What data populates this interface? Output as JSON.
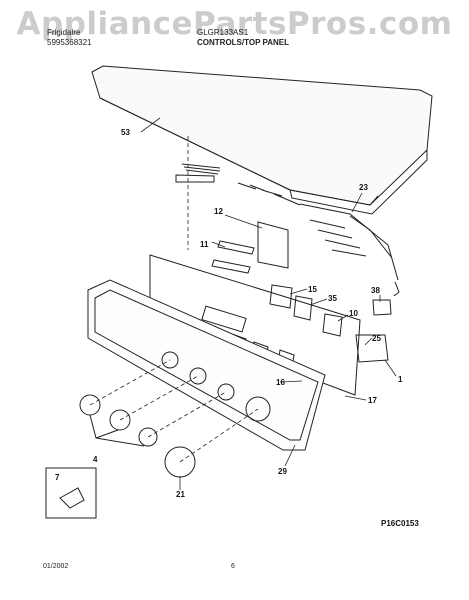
{
  "header": {
    "brand": "Frigidaire",
    "model": "GLGR133AS1",
    "code": "5995368321",
    "section_title": "CONTROLS/TOP PANEL"
  },
  "watermark": "AppliancePartsPros.com",
  "callouts": {
    "top_panel": "53",
    "wire_harness": "23",
    "bracket": "12",
    "clips": "11",
    "switch_15": "15",
    "knob_38": "38",
    "switch_35": "35",
    "switch_10": "10",
    "timer": "25",
    "motor": "1",
    "indicator": "16",
    "console": "17",
    "knobs": "4",
    "panel_29": "29",
    "knob_21": "21",
    "inset_7": "7"
  },
  "diagram_code": "P16C0153",
  "footer": {
    "date": "01/2002",
    "page": "6"
  }
}
